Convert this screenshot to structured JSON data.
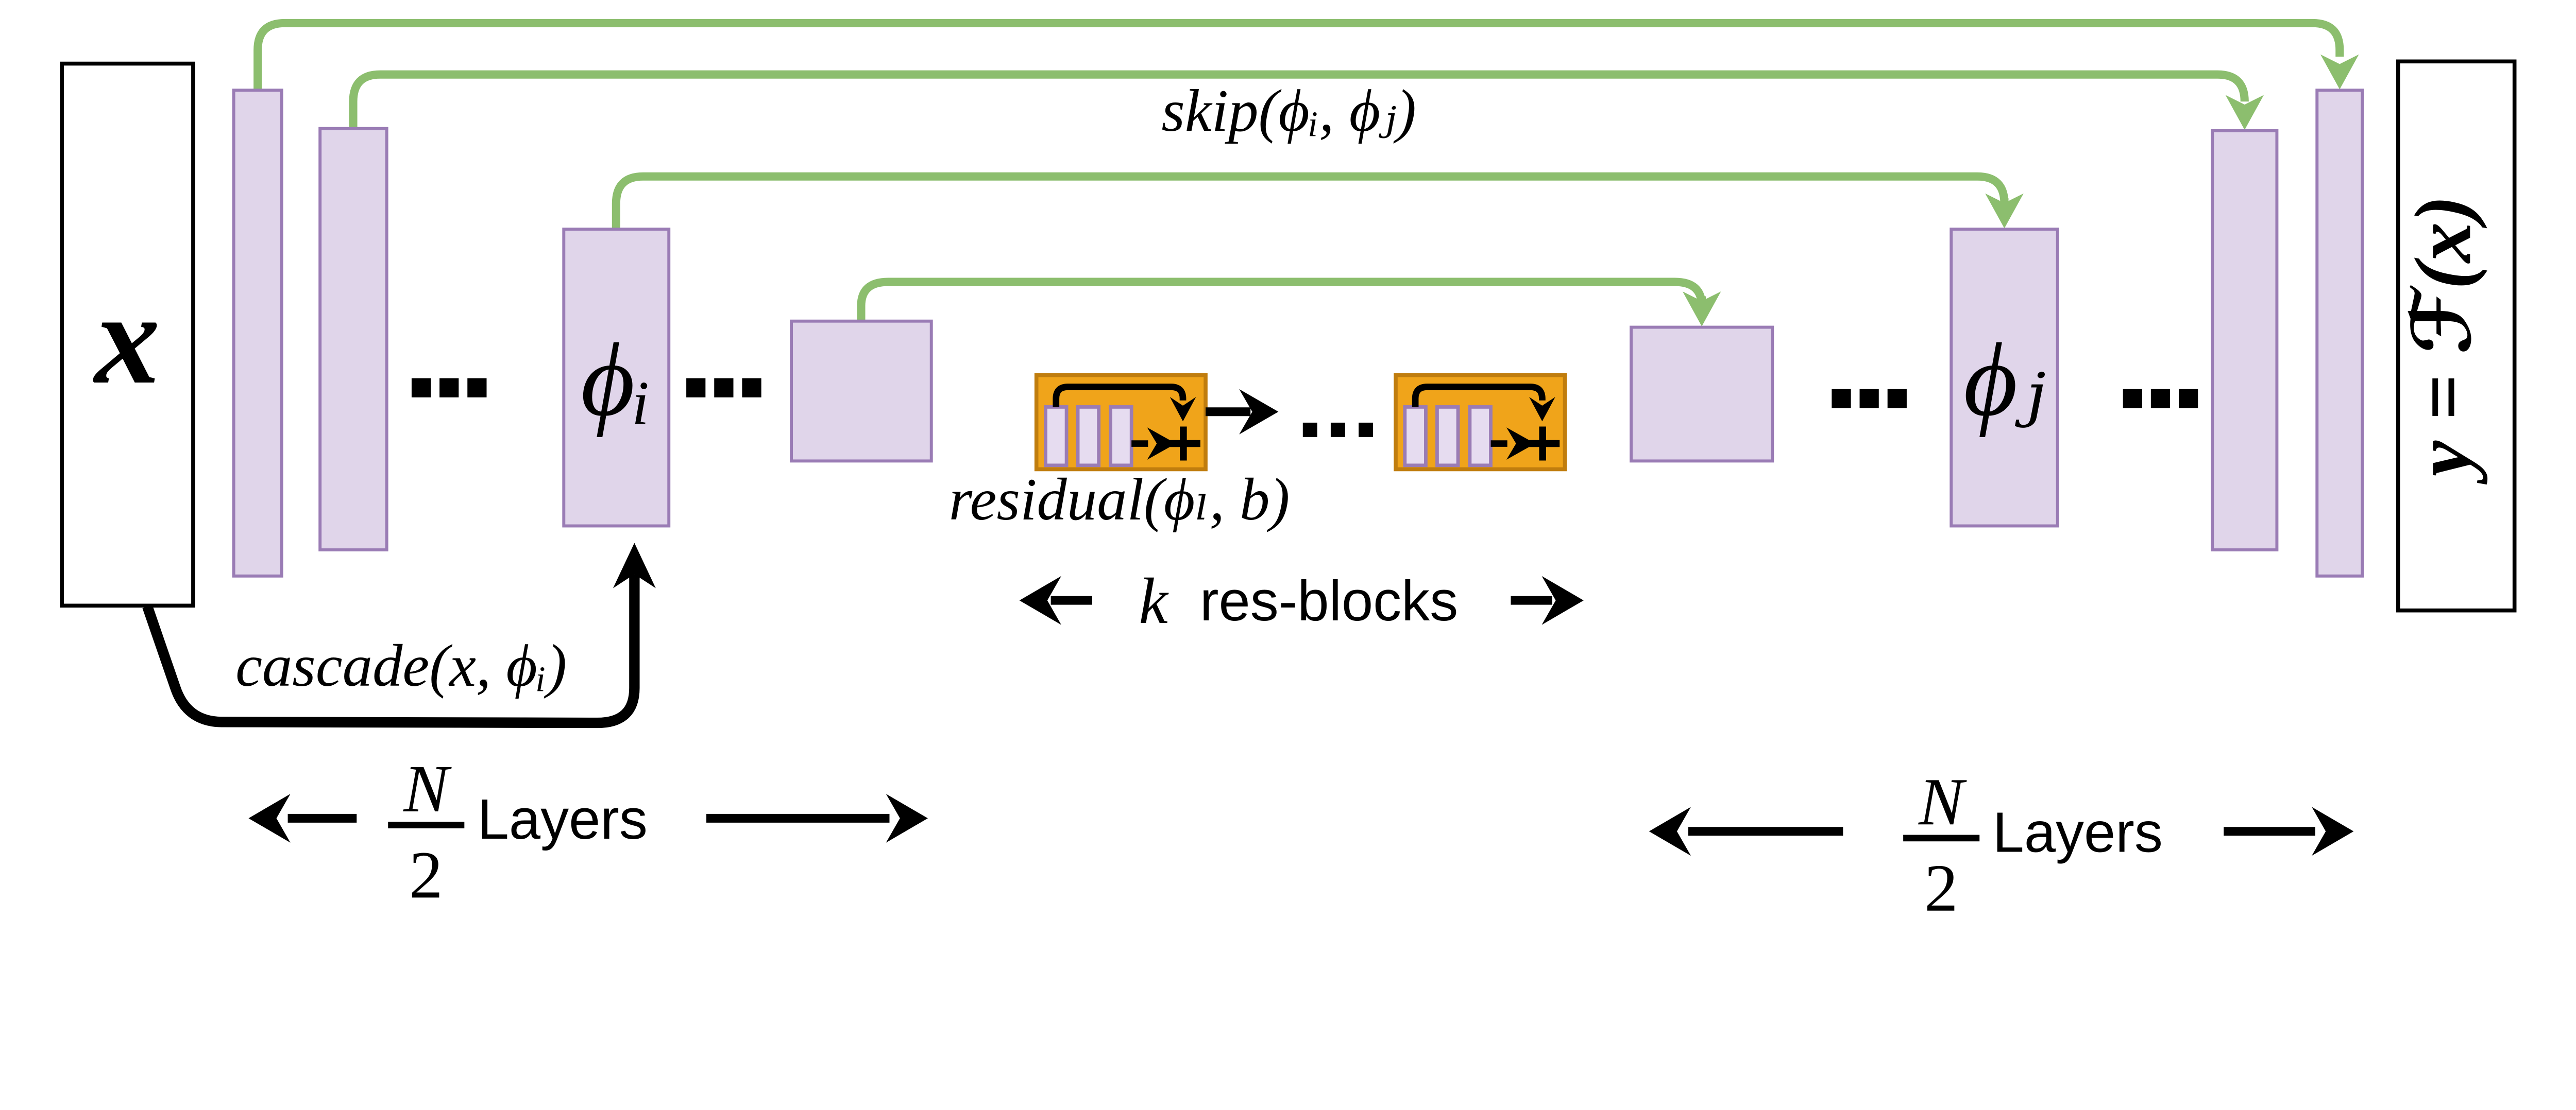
{
  "diagram": {
    "input_label": "x",
    "output_label": "y = ℱ(x)",
    "encoder_layer_label": "ϕᵢ",
    "decoder_layer_label": "ϕⱼ",
    "skip_label": "skip(ϕᵢ, ϕⱼ)",
    "residual_label": "residual(ϕₗ, b)",
    "cascade_label": "cascade(x, ϕᵢ)",
    "res_blocks": {
      "count_symbol": "k",
      "label": "res-blocks"
    },
    "layers_left": {
      "numerator": "N",
      "denominator": "2",
      "label": "Layers"
    },
    "layers_right": {
      "numerator": "N",
      "denominator": "2",
      "label": "Layers"
    },
    "colors": {
      "bar_fill": "#e0d5ea",
      "bar_stroke": "#9a7cb5",
      "inner_fill": "#e6dcf0",
      "block_fill": "#f0a41a",
      "block_stroke": "#c07d0e",
      "skip_green": "#8cbe6e",
      "ink": "#000000",
      "bg": "#ffffff"
    }
  }
}
